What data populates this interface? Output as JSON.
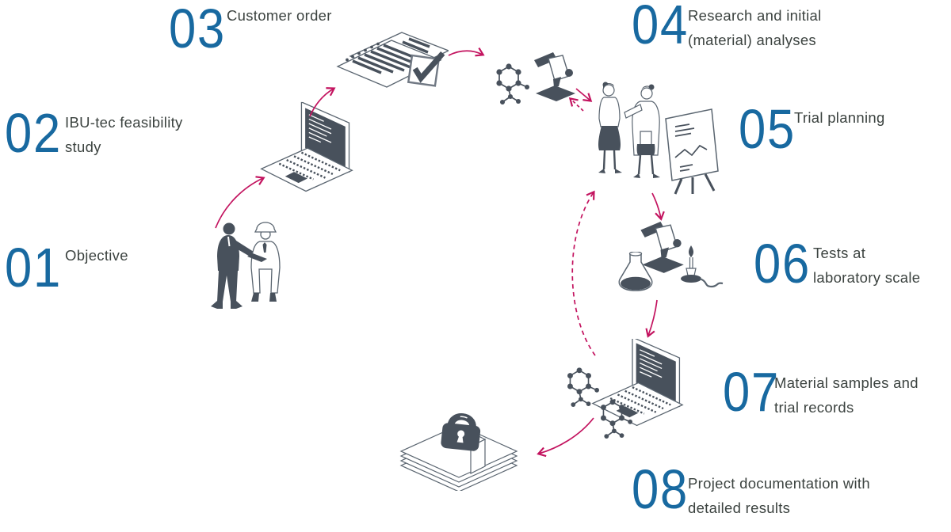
{
  "diagram": {
    "type": "process-flow",
    "colors": {
      "step_number": "#1869A0",
      "label_text": "#3C4340",
      "arrow": "#C3135F",
      "illustration_fill": "#48515C",
      "illustration_outline": "#5A6570",
      "background": "#FFFFFF"
    },
    "steps": [
      {
        "number": "01",
        "lines": [
          "Objective"
        ],
        "icon": "handshake-meeting-icon"
      },
      {
        "number": "02",
        "lines": [
          "IBU-tec feasibility",
          "study"
        ],
        "icon": "laptop-icon"
      },
      {
        "number": "03",
        "lines": [
          "Customer order"
        ],
        "icon": "order-documents-checkmark-icon"
      },
      {
        "number": "04",
        "lines": [
          "Research and initial",
          "(material) analyses"
        ],
        "icon": "molecule-microscope-icon"
      },
      {
        "number": "05",
        "lines": [
          "Trial planning"
        ],
        "icon": "people-flipchart-icon"
      },
      {
        "number": "06",
        "lines": [
          "Tests at",
          "laboratory scale"
        ],
        "icon": "flask-microscope-burner-icon"
      },
      {
        "number": "07",
        "lines": [
          "Material samples and",
          "trial records"
        ],
        "icon": "laptop-molecules-icon"
      },
      {
        "number": "08",
        "lines": [
          "Project documentation with",
          "detailed results"
        ],
        "icon": "locked-documents-icon"
      }
    ],
    "connections": [
      {
        "from": "01",
        "to": "02",
        "style": "solid"
      },
      {
        "from": "02",
        "to": "03",
        "style": "solid"
      },
      {
        "from": "03",
        "to": "04",
        "style": "solid"
      },
      {
        "from": "04",
        "to": "05",
        "style": "solid"
      },
      {
        "from": "05",
        "to": "04",
        "style": "dashed"
      },
      {
        "from": "05",
        "to": "06",
        "style": "solid"
      },
      {
        "from": "06",
        "to": "07",
        "style": "solid"
      },
      {
        "from": "07",
        "to": "08",
        "style": "solid"
      },
      {
        "from": "07",
        "to": "05",
        "style": "dashed"
      }
    ]
  }
}
